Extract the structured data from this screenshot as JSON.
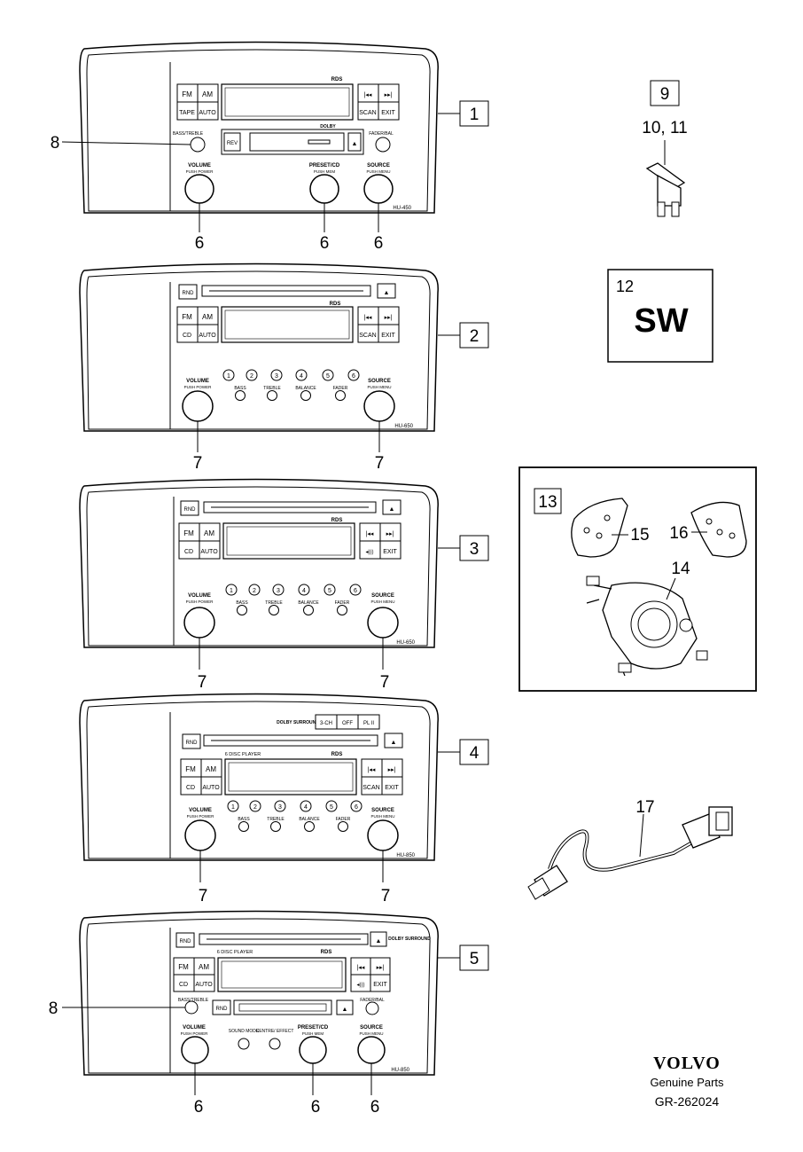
{
  "units": [
    {
      "callout": "1",
      "model": "HU-450",
      "top_labels": [
        "FM",
        "AM",
        "TAPE",
        "AUTO"
      ],
      "right_labels": [
        "|◂◂",
        "▸▸|",
        "SCAN",
        "EXIT"
      ],
      "small": {
        "rds": "RDS",
        "dolby": "DOLBY",
        "rev": "REV",
        "eject": "▲",
        "bass": "BASS/TREBLE",
        "fader": "FADER/BAL"
      },
      "knobs": [
        {
          "label": "VOLUME",
          "sub": "PUSH POWER",
          "ref": "6"
        },
        {
          "label": "PRESET/CD",
          "sub": "PUSH MEM",
          "ref": "6"
        },
        {
          "label": "SOURCE",
          "sub": "PUSH MENU",
          "ref": "6"
        }
      ],
      "side_ref": "8"
    },
    {
      "callout": "2",
      "model": "HU-650",
      "top_labels": [
        "FM",
        "AM",
        "CD",
        "AUTO"
      ],
      "right_labels": [
        "|◂◂",
        "▸▸|",
        "SCAN",
        "EXIT"
      ],
      "small": {
        "rnd": "RND",
        "eject": "▲",
        "rds": "RDS"
      },
      "presets": [
        "1",
        "2",
        "3",
        "4",
        "5",
        "6"
      ],
      "tone": [
        "BASS",
        "TREBLE",
        "BALANCE",
        "FADER"
      ],
      "knobs": [
        {
          "label": "VOLUME",
          "sub": "PUSH POWER",
          "ref": "7"
        },
        {
          "label": "SOURCE",
          "sub": "PUSH MENU",
          "ref": "7"
        }
      ]
    },
    {
      "callout": "3",
      "model": "HU-650",
      "top_labels": [
        "FM",
        "AM",
        "CD",
        "AUTO"
      ],
      "right_labels": [
        "|◂◂",
        "▸▸|",
        "◂)))",
        "EXIT"
      ],
      "small": {
        "rnd": "RND",
        "eject": "▲",
        "rds": "RDS"
      },
      "presets": [
        "1",
        "2",
        "3",
        "4",
        "5",
        "6"
      ],
      "tone": [
        "BASS",
        "TREBLE",
        "BALANCE",
        "FADER"
      ],
      "knobs": [
        {
          "label": "VOLUME",
          "sub": "PUSH POWER",
          "ref": "7"
        },
        {
          "label": "SOURCE",
          "sub": "PUSH MENU",
          "ref": "7"
        }
      ]
    },
    {
      "callout": "4",
      "model": "HU-850",
      "top_labels": [
        "FM",
        "AM",
        "CD",
        "AUTO"
      ],
      "right_labels": [
        "|◂◂",
        "▸▸|",
        "SCAN",
        "EXIT"
      ],
      "small": {
        "rnd": "RND",
        "eject": "▲",
        "rds": "RDS",
        "disc": "6 DISC PLAYER",
        "dolby": "DOLBY SURROUND",
        "mode3": "3-CH",
        "off": "OFF",
        "pl2": "PL II"
      },
      "presets": [
        "1",
        "2",
        "3",
        "4",
        "5",
        "6"
      ],
      "tone": [
        "BASS",
        "TREBLE",
        "BALANCE",
        "FADER"
      ],
      "knobs": [
        {
          "label": "VOLUME",
          "sub": "PUSH POWER",
          "ref": "7"
        },
        {
          "label": "SOURCE",
          "sub": "PUSH MENU",
          "ref": "7"
        }
      ]
    },
    {
      "callout": "5",
      "model": "HU-850",
      "top_labels": [
        "FM",
        "AM",
        "CD",
        "AUTO"
      ],
      "right_labels": [
        "|◂◂",
        "▸▸|",
        "◂)))",
        "EXIT"
      ],
      "small": {
        "rnd": "RND",
        "eject": "▲",
        "rds": "RDS",
        "disc": "6 DISC PLAYER",
        "bass": "BASS/TREBLE",
        "fader": "FADER/BAL",
        "sound": "SOUND MODE",
        "centre": "CENTRE/ EFFECT",
        "dolby": "DOLBY SURROUND"
      },
      "knobs": [
        {
          "label": "VOLUME",
          "sub": "PUSH POWER",
          "ref": "6"
        },
        {
          "label": "PRESET/CD",
          "sub": "PUSH MEM",
          "ref": "6"
        },
        {
          "label": "SOURCE",
          "sub": "PUSH MENU",
          "ref": "6"
        }
      ],
      "side_ref": "8"
    }
  ],
  "fuse": {
    "box": "9",
    "refs": "10, 11"
  },
  "software": {
    "ref": "12",
    "label": "SW"
  },
  "steering": {
    "box": "13",
    "left_ref": "15",
    "right_ref": "16",
    "center_ref": "14"
  },
  "cable": {
    "ref": "17"
  },
  "brand": {
    "logo": "VOLVO",
    "sub": "Genuine Parts",
    "code": "GR-262024"
  }
}
